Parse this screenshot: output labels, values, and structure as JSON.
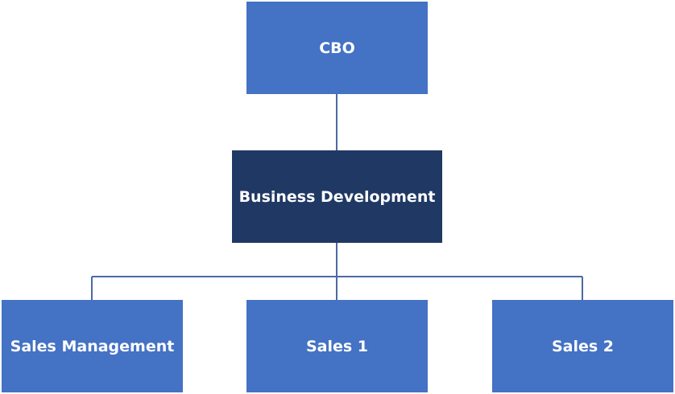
{
  "org_chart": {
    "top": {
      "label": "CBO"
    },
    "middle": {
      "label": "Business Development"
    },
    "children": [
      {
        "label": "Sales Management"
      },
      {
        "label": "Sales 1"
      },
      {
        "label": "Sales 2"
      }
    ]
  },
  "colors": {
    "box_primary": "#4472c4",
    "box_highlight": "#203864",
    "connector": "#4a6aa5",
    "text": "#ffffff"
  }
}
